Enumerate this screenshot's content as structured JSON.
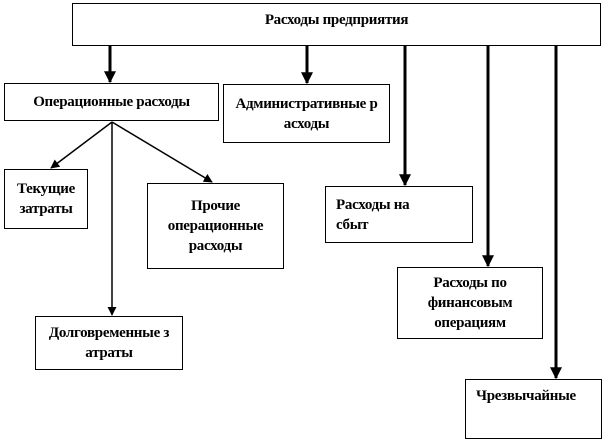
{
  "title": "Расходы предприятия",
  "nodes": {
    "operational": "Операционные расходы",
    "administrative": "Административные расходы",
    "current": "Текущие затраты",
    "other_operational": "Прочие операционные расходы",
    "long_term": "Долговременные затраты",
    "selling": "Расходы на сбыт",
    "financial": "Расходы по финансовым операциям",
    "extraordinary": "Чрезвычайные"
  }
}
